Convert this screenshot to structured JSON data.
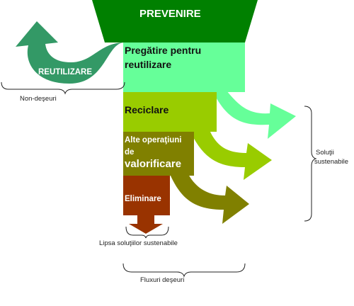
{
  "diagram": {
    "title": "PREVENIRE",
    "stages": [
      {
        "id": "pregatire",
        "line1": "Pregătire pentru",
        "line2": "reutilizare",
        "color": "#66ff99"
      },
      {
        "id": "reciclare",
        "label": "Reciclare",
        "color": "#99cc00"
      },
      {
        "id": "alte",
        "line1": "Alte operaţiuni",
        "line2": "de",
        "line3": "valorificare",
        "color": "#808000"
      },
      {
        "id": "eliminare",
        "label": "Eliminare",
        "color": "#993300"
      }
    ],
    "reuse_label": "REUTILIZARE",
    "prevent_color": "#008000",
    "reuse_color": "#339966",
    "annotations": {
      "non_waste": "Non-deşeuri",
      "sustainable_line1": "Soluţii",
      "sustainable_line2": "sustenabile",
      "no_solutions": "Lipsa soluţiilor sustenabile",
      "waste_flows": "Fluxuri deşeuri"
    }
  }
}
